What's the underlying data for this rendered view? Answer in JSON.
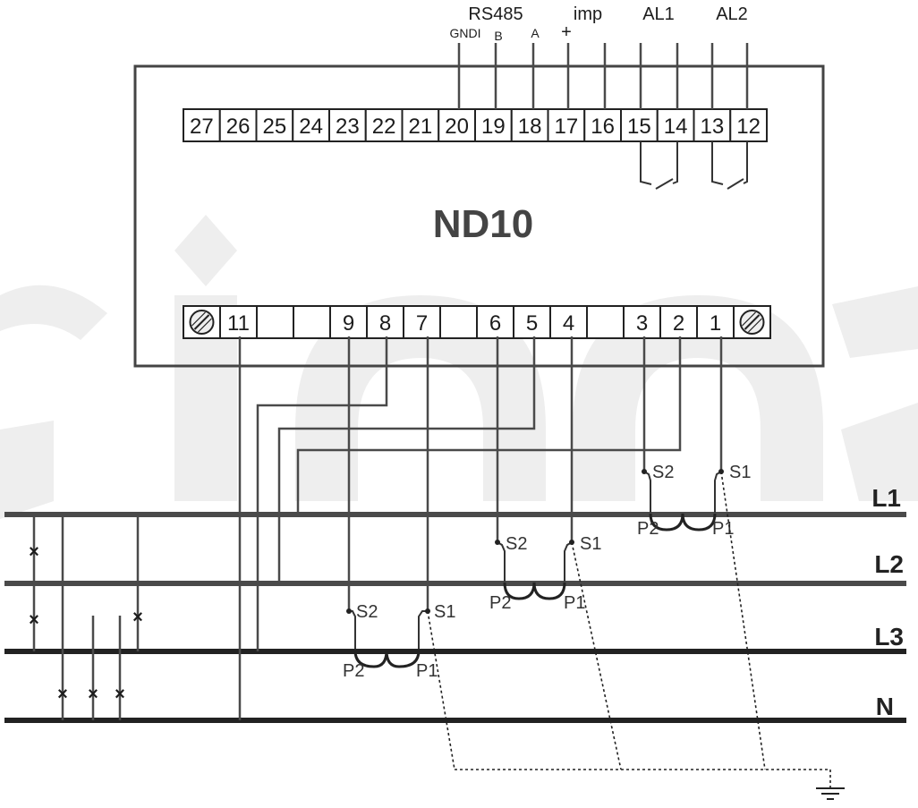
{
  "device": {
    "title": "ND10",
    "top_terminals": [
      "27",
      "26",
      "25",
      "24",
      "23",
      "22",
      "21",
      "20",
      "19",
      "18",
      "17",
      "16",
      "15",
      "14",
      "13",
      "12"
    ],
    "bottom_terminals": [
      "",
      "11",
      "",
      "",
      "9",
      "8",
      "7",
      "",
      "6",
      "5",
      "4",
      "",
      "3",
      "2",
      "1",
      ""
    ]
  },
  "signals": {
    "rs485": "RS485",
    "gnd": "GNDI",
    "b": "B",
    "a": "A",
    "plus": "+",
    "imp": "imp",
    "al1": "AL1",
    "al2": "AL2"
  },
  "lines": {
    "l1": "L1",
    "l2": "L2",
    "l3": "L3",
    "n": "N"
  },
  "ct_labels": {
    "s2": "S2",
    "s1": "S1",
    "p2": "P2",
    "p1": "P1"
  },
  "colors": {
    "wire": "#4a4a4a",
    "line_dark": "#222222",
    "watermark": "#eeeeee"
  }
}
